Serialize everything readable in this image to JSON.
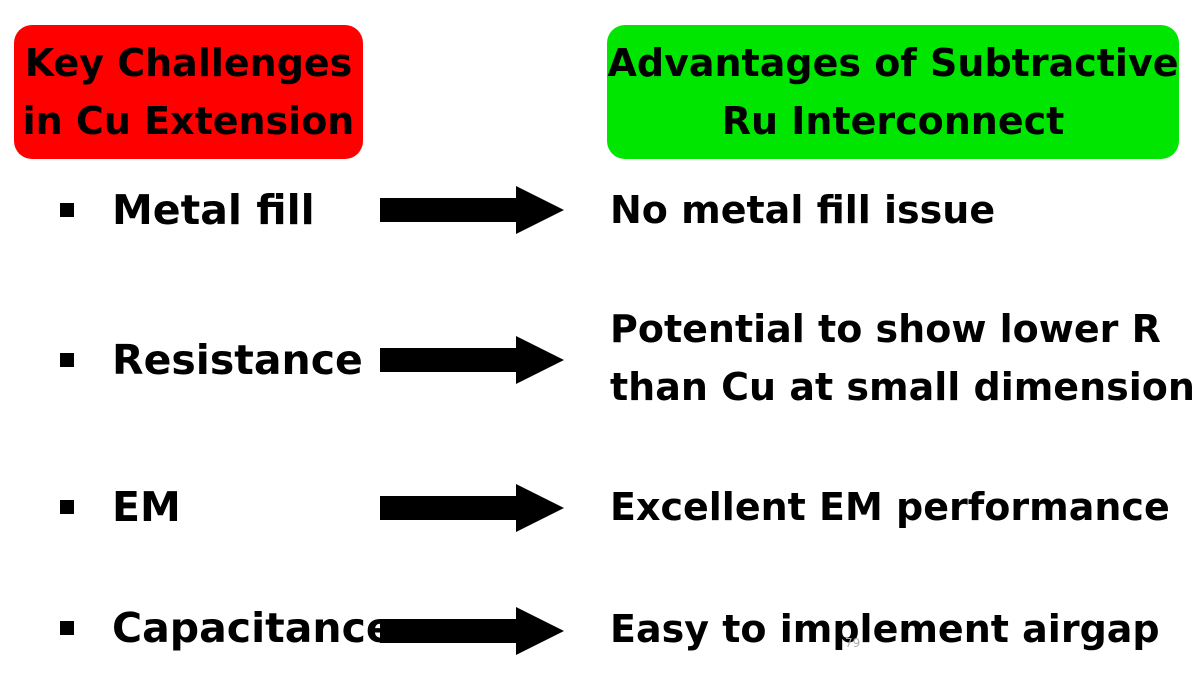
{
  "header": {
    "left": {
      "line1": "Key Challenges",
      "line2": "in Cu Extension",
      "color": "#ff0000"
    },
    "right": {
      "line1": "Advantages of Subtractive",
      "line2": "Ru Interconnect",
      "color": "#00e600"
    }
  },
  "rows": [
    {
      "challenge": "Metal fill",
      "advantage_line1": "No metal fill issue",
      "advantage_line2": ""
    },
    {
      "challenge": "Resistance",
      "advantage_line1": "Potential to show lower R",
      "advantage_line2": "than Cu at small dimension"
    },
    {
      "challenge": "EM",
      "advantage_line1": "Excellent EM performance",
      "advantage_line2": ""
    },
    {
      "challenge": "Capacitance",
      "advantage_line1": "Easy to implement airgap",
      "advantage_line2": ""
    }
  ],
  "icons": {
    "bullet": "square-bullet-icon",
    "arrow": "right-arrow-icon"
  },
  "page_number": "79"
}
